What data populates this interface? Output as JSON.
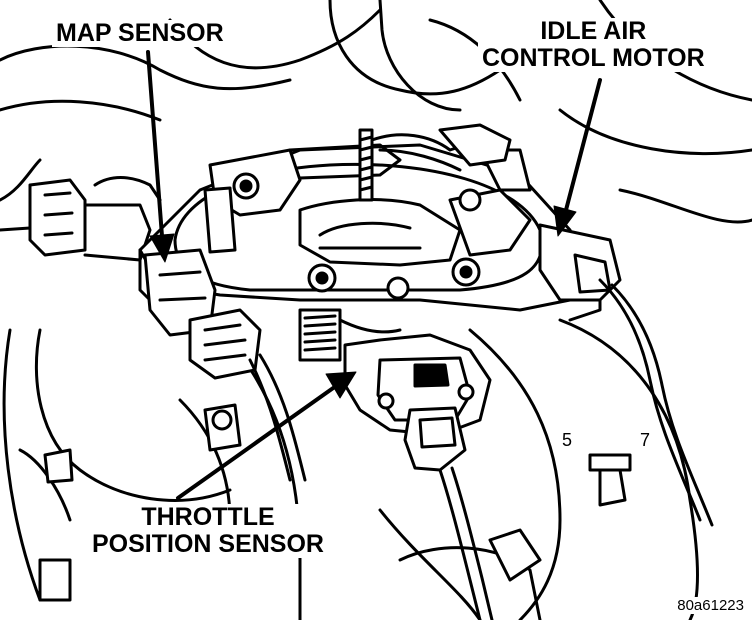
{
  "labels": {
    "map_sensor": "MAP SENSOR",
    "idle_air_line1": "IDLE AIR",
    "idle_air_line2": "CONTROL MOTOR",
    "throttle_line1": "THROTTLE",
    "throttle_line2": "POSITION SENSOR"
  },
  "figure_id": "80a61223",
  "casting_marks": {
    "mark_a": "5",
    "mark_b": "7"
  },
  "colors": {
    "ink": "#000000",
    "paper": "#ffffff"
  }
}
